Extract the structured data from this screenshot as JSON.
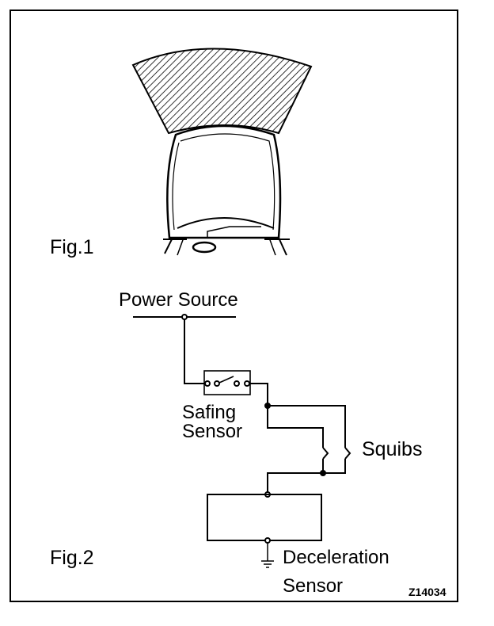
{
  "figure1": {
    "label": "Fig.1"
  },
  "figure2": {
    "label": "Fig.2",
    "power_source": "Power Source",
    "safing_sensor": "Safing\nSensor",
    "squibs": "Squibs",
    "deceleration_sensor": "Deceleration\nSensor"
  },
  "figure_code": "Z14034"
}
